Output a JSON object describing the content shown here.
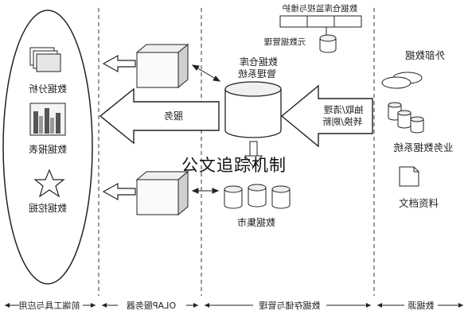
{
  "overlay_text": "公文追踪机制",
  "layers": {
    "front_end": "前端工具与应用",
    "olap": "OLAP服务器",
    "storage": "数据存储与管理",
    "sources": "数据源"
  },
  "front_end_items": {
    "analysis": "数据分析",
    "report": "数据报表",
    "mining": "数据挖掘"
  },
  "center": {
    "top_box_title": "数据仓库监视与维护",
    "metadata": "元数据管理",
    "warehouse": "数据仓库\n管理系统",
    "service": "服务",
    "etl": "抽取/清理\n转换/刷新",
    "data_mart": "数据集市"
  },
  "sources": {
    "external": "外部数据",
    "business": "业务数据系统",
    "document": "文档资料"
  },
  "colors": {
    "line": "#222222",
    "arrow_fill": "#ffffff",
    "cube_top": "#efefef",
    "cube_side": "#d0d0d0",
    "chart_bar": "#555555"
  }
}
